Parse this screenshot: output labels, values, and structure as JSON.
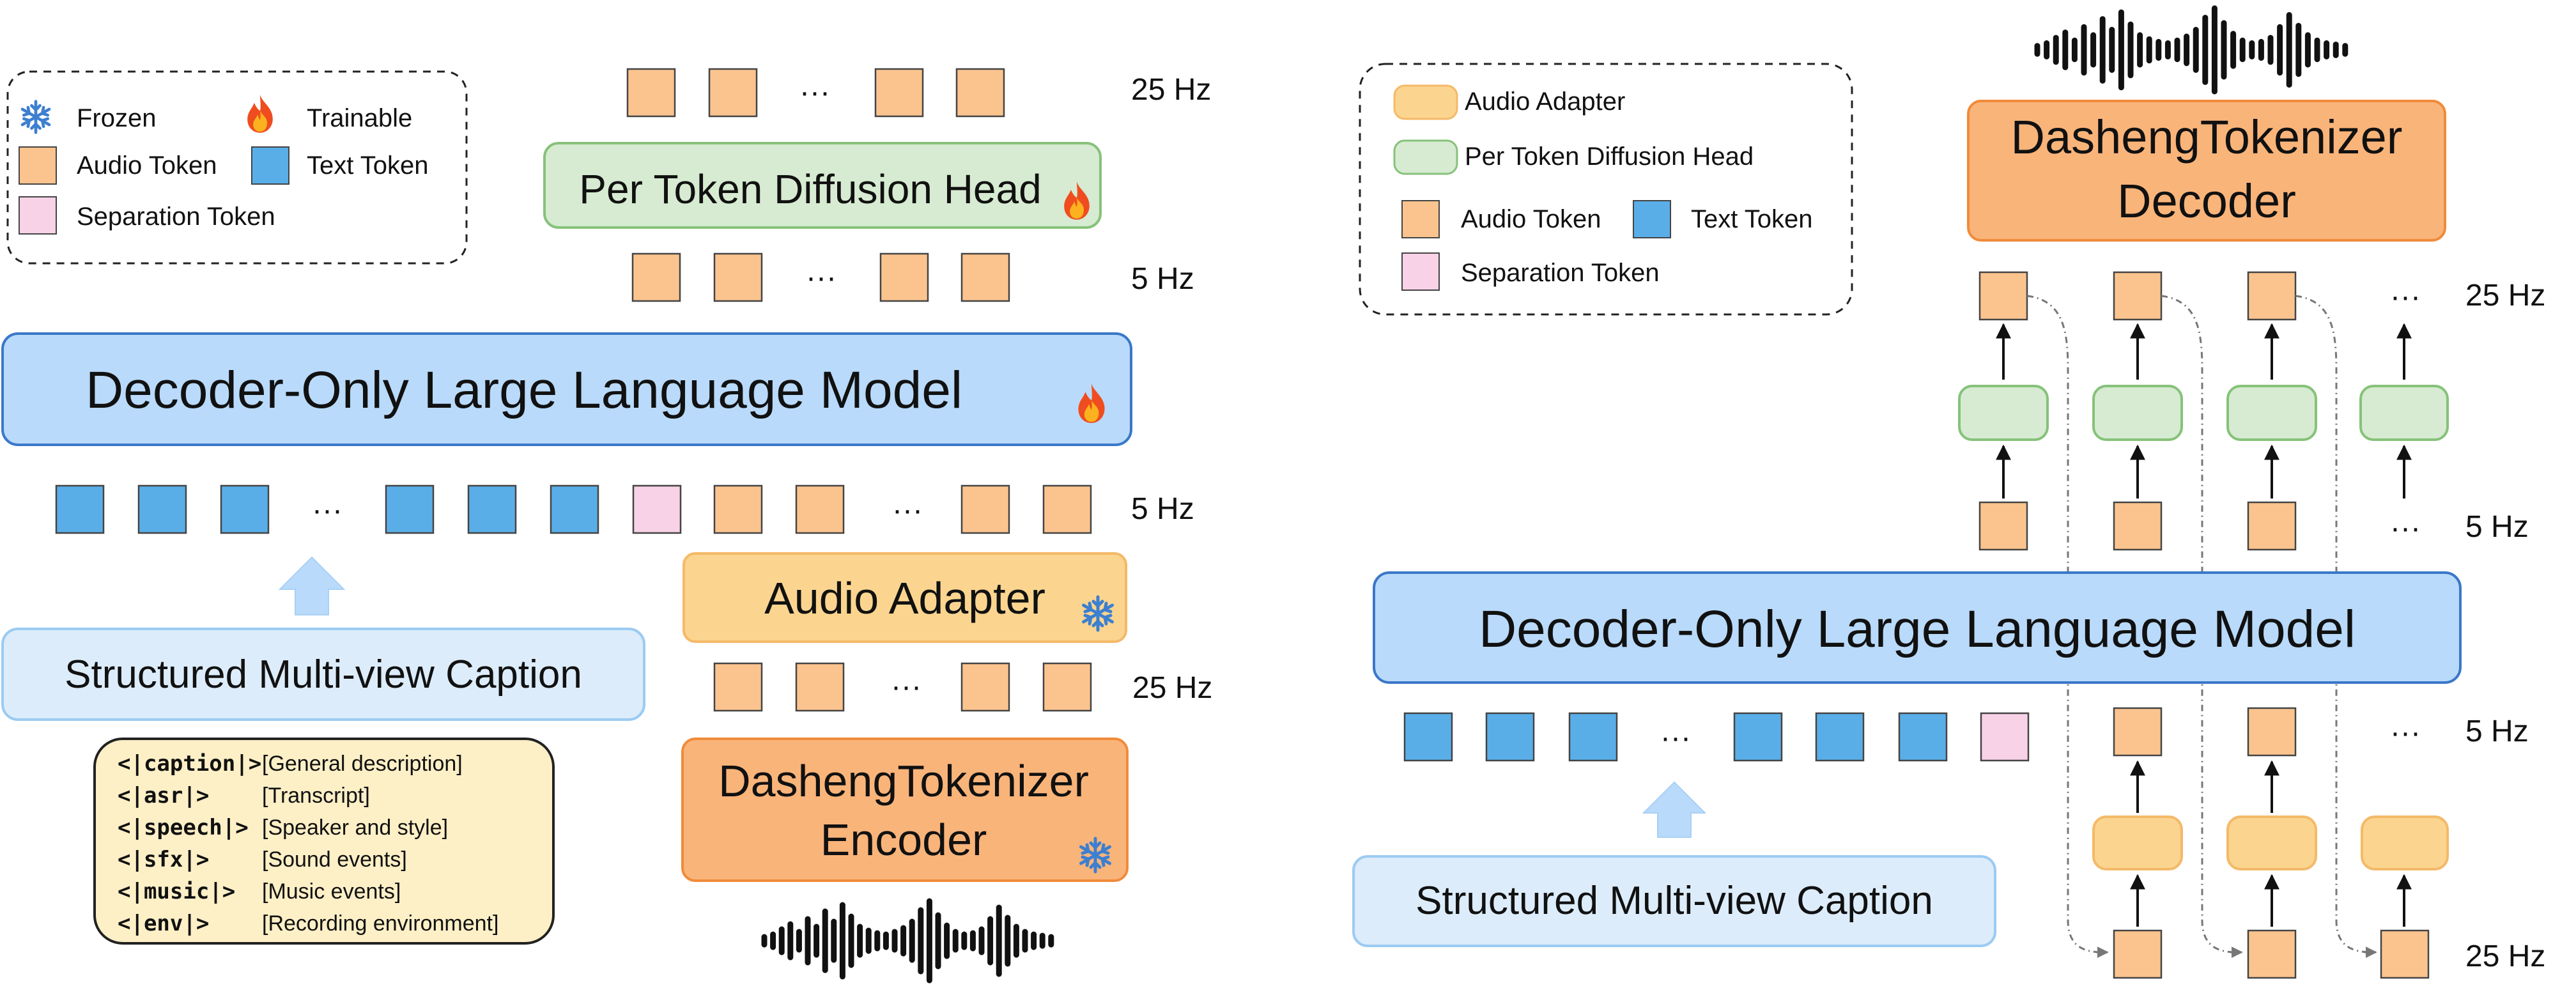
{
  "left": {
    "legend": {
      "frozen": "Frozen",
      "trainable": "Trainable",
      "audio_token": "Audio Token",
      "text_token": "Text Token",
      "separation_token": "Separation Token"
    },
    "rates": {
      "top": "25 Hz",
      "diffusion_out": "5 Hz",
      "llm_out": "5 Hz",
      "adapter_in": "25 Hz"
    },
    "diffusion_head": "Per Token Diffusion Head",
    "llm": "Decoder-Only Large Language Model",
    "audio_adapter": "Audio Adapter",
    "caption": "Structured Multi-view Caption",
    "encoder_line1": "DashengTokenizer",
    "encoder_line2": "Encoder",
    "ellipsis": "···",
    "caption_tags": [
      {
        "tag": "<|caption|>",
        "desc": "[General description]"
      },
      {
        "tag": "<|asr|>",
        "desc": "[Transcript]"
      },
      {
        "tag": "<|speech|>",
        "desc": "[Speaker and style]"
      },
      {
        "tag": "<|sfx|>",
        "desc": "[Sound events]"
      },
      {
        "tag": "<|music|>",
        "desc": "[Music events]"
      },
      {
        "tag": "<|env|>",
        "desc": "[Recording environment]"
      }
    ]
  },
  "right": {
    "legend": {
      "audio_adapter": "Audio Adapter",
      "diffusion_head": "Per Token Diffusion Head",
      "audio_token": "Audio Token",
      "text_token": "Text Token",
      "separation_token": "Separation Token"
    },
    "decoder_line1": "DashengTokenizer",
    "decoder_line2": "Decoder",
    "llm": "Decoder-Only Large Language Model",
    "caption": "Structured Multi-view Caption",
    "ellipsis": "···",
    "rates": {
      "top": "25 Hz",
      "mid": "5 Hz",
      "llm_out": "5 Hz",
      "bottom": "25 Hz"
    }
  },
  "colors": {
    "audio_token": "#fbc48e",
    "text_token": "#5aaee8",
    "separation_token": "#f8d2e6",
    "diffusion_head": "#d6ebd1",
    "llm": "#b9dafa",
    "adapter": "#fbd58f",
    "tokenizer": "#f9b47a",
    "caption_box": "#dcecfa",
    "tag_box": "#fdefc6",
    "tag_text": "#f07d10"
  },
  "icons": {
    "frozen": "snowflake-icon",
    "trainable": "flame-icon",
    "waveform": "waveform-icon",
    "up": "arrow-up-icon"
  }
}
